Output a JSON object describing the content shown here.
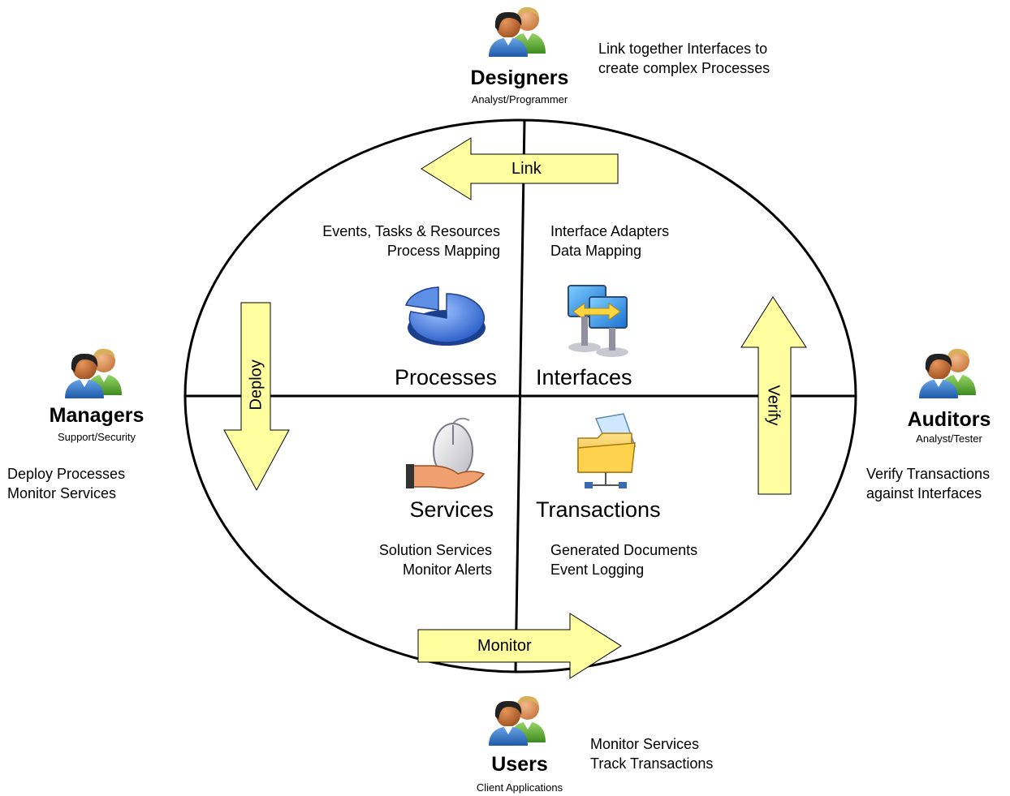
{
  "roles": {
    "designers": {
      "title": "Designers",
      "subtitle": "Analyst/Programmer",
      "notes": [
        "Link together Interfaces to",
        "create  complex Processes"
      ]
    },
    "managers": {
      "title": "Managers",
      "subtitle": "Support/Security",
      "notes": [
        "Deploy Processes",
        "Monitor Services"
      ]
    },
    "auditors": {
      "title": "Auditors",
      "subtitle": "Analyst/Tester",
      "notes": [
        "Verify Transactions",
        "against Interfaces"
      ]
    },
    "users": {
      "title": "Users",
      "subtitle": "Client Applications",
      "notes": [
        "Monitor  Services",
        "Track Transactions"
      ]
    }
  },
  "arrows": {
    "link": "Link",
    "deploy": "Deploy",
    "verify": "Verify",
    "monitor": "Monitor"
  },
  "quadrants": {
    "processes": {
      "label": "Processes",
      "details": [
        "Events, Tasks & Resources",
        "Process Mapping"
      ],
      "icon": "pie-chart-icon"
    },
    "interfaces": {
      "label": "Interfaces",
      "details": [
        "Interface Adapters",
        "Data Mapping"
      ],
      "icon": "network-computers-icon"
    },
    "services": {
      "label": "Services",
      "details": [
        "Solution Services",
        "Monitor Alerts"
      ],
      "icon": "hand-mouse-icon"
    },
    "transactions": {
      "label": "Transactions",
      "details": [
        "Generated Documents",
        "Event Logging"
      ],
      "icon": "shared-folder-icon"
    }
  },
  "colors": {
    "arrow_fill": "#ffffa0",
    "line": "#000000"
  }
}
